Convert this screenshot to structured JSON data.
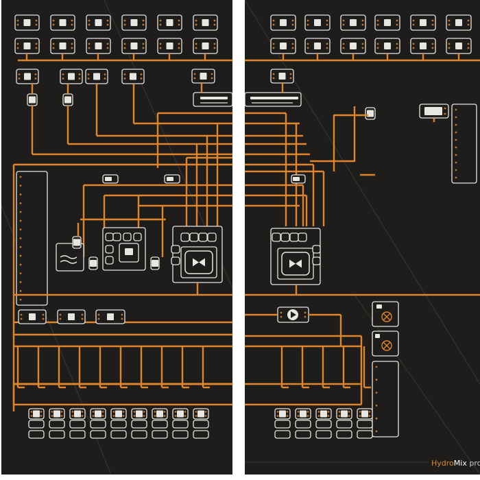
{
  "brand": {
    "hydro": "Hydro",
    "mix": "Mix",
    "pro": "pro"
  },
  "colors": {
    "background": "#1e1d1b",
    "pipe": "#e0852b",
    "device_outline": "#e8e6e0",
    "status_dot": "#c3782c"
  },
  "left_panel": {
    "dosing_rows": 2,
    "dosing_columns": 6,
    "valves_top": 4,
    "mixing_tank": true,
    "process_tank": true,
    "side_list_leds": 15,
    "bottom_valves": 3,
    "drip_lines": 10,
    "outlet_units": 9
  },
  "right_panel": {
    "dosing_units": 6,
    "conveyor": true,
    "process_tank": true,
    "pump": true,
    "alarm_light": true,
    "horn": true,
    "side_list_leds": 10,
    "bottom_list_leds": 6,
    "drip_lines": 5,
    "outlet_units": 5
  }
}
